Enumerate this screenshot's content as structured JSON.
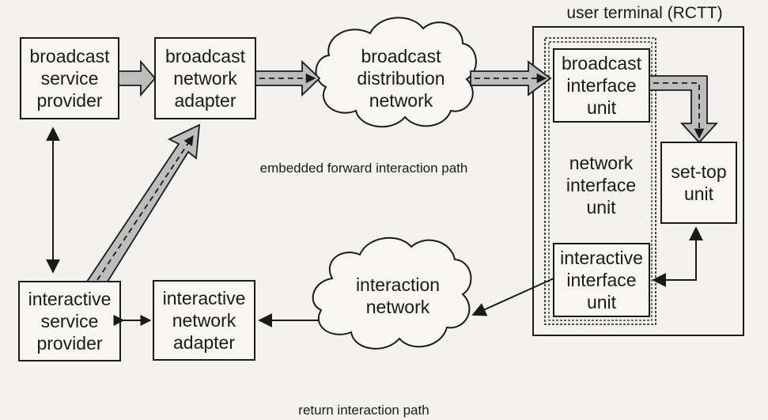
{
  "terminal": {
    "title": "user terminal (RCTT)"
  },
  "boxes": {
    "broadcast_service_provider": "broadcast\nservice\nprovider",
    "broadcast_network_adapter": "broadcast\nnetwork\nadapter",
    "interactive_service_provider": "interactive\nservice\nprovider",
    "interactive_network_adapter": "interactive\nnetwork\nadapter",
    "broadcast_interface_unit": "broadcast\ninterface\nunit",
    "network_interface_unit": "network\ninterface\nunit",
    "interactive_interface_unit": "interactive\ninterface\nunit",
    "set_top_unit": "set-top\nunit"
  },
  "clouds": {
    "broadcast_distribution_network": "broadcast\ndistribution\nnetwork",
    "interaction_network": "interaction\nnetwork"
  },
  "paths": {
    "embedded_forward": "embedded forward interaction path",
    "return": "return interaction path"
  },
  "colors": {
    "line": "#1a1a1a",
    "arrow_fill": "#bdbdbd",
    "background": "#f3f2ee",
    "box_fill": "#f7f6f2"
  }
}
